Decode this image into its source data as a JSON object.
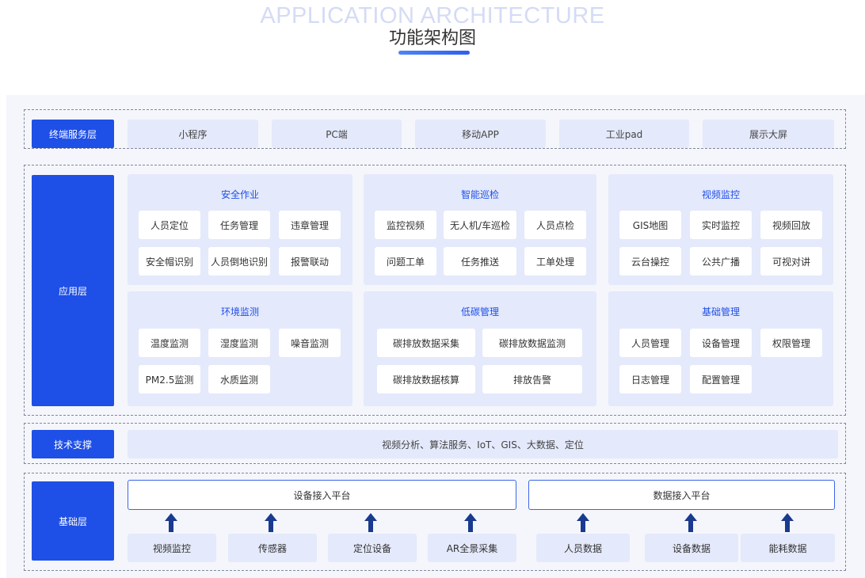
{
  "header": {
    "title_en": "APPLICATION ARCHITECTURE",
    "title_cn": "功能架构图"
  },
  "terminal": {
    "label": "终端服务层",
    "items": [
      "小程序",
      "PC端",
      "移动APP",
      "工业pad",
      "展示大屏"
    ]
  },
  "application": {
    "label": "应用层",
    "groups": [
      {
        "title": "安全作业",
        "items": [
          "人员定位",
          "任务管理",
          "违章管理",
          "安全帽识别",
          "人员倒地识别",
          "报警联动"
        ]
      },
      {
        "title": "智能巡检",
        "items": [
          "监控视频",
          "无人机/车巡检",
          "人员点检",
          "问题工单",
          "任务推送",
          "工单处理"
        ]
      },
      {
        "title": "视频监控",
        "items": [
          "GIS地图",
          "实时监控",
          "视频回放",
          "云台操控",
          "公共广播",
          "可视对讲"
        ]
      },
      {
        "title": "环境监测",
        "items": [
          "温度监测",
          "湿度监测",
          "噪音监测",
          "PM2.5监测",
          "水质监测"
        ]
      },
      {
        "title": "低碳管理",
        "items": [
          "碳排放数据采集",
          "碳排放数据监测",
          "碳排放数据核算",
          "排放告警"
        ]
      },
      {
        "title": "基础管理",
        "items": [
          "人员管理",
          "设备管理",
          "权限管理",
          "日志管理",
          "配置管理"
        ]
      }
    ]
  },
  "tech": {
    "label": "技术支撑",
    "text": "视频分析、算法服务、IoT、GIS、大数据、定位"
  },
  "base": {
    "label": "基础层",
    "platforms": [
      "设备接入平台",
      "数据接入平台"
    ],
    "items": [
      "视频监控",
      "传感器",
      "定位设备",
      "AR全景采集",
      "人员数据",
      "设备数据",
      "能耗数据"
    ]
  },
  "colors": {
    "accent": "#1e4fe6",
    "box": "#e4e9fb",
    "ghost": "#d4dbf5"
  }
}
